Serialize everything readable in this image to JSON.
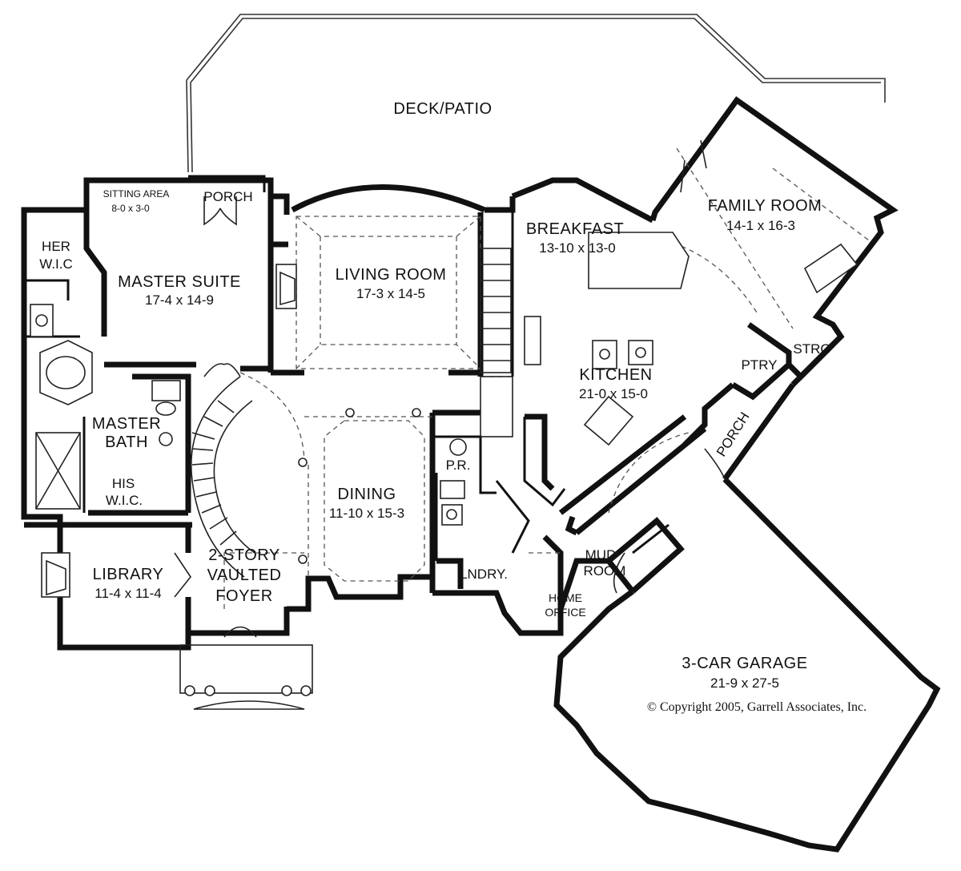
{
  "rooms": {
    "deck": {
      "name": "DECK/PATIO"
    },
    "sitting_area": {
      "name": "SITTING AREA",
      "dims": "8-0 x 3-0"
    },
    "porch_rear": {
      "name": "PORCH"
    },
    "her_wic": {
      "line1": "HER",
      "line2": "W.I.C"
    },
    "master_suite": {
      "name": "MASTER SUITE",
      "dims": "17-4 x 14-9"
    },
    "living_room": {
      "name": "LIVING ROOM",
      "dims": "17-3 x 14-5"
    },
    "breakfast": {
      "name": "BREAKFAST",
      "dims": "13-10 x 13-0"
    },
    "family_room": {
      "name": "FAMILY ROOM",
      "dims": "14-1 x 16-3"
    },
    "kitchen": {
      "name": "KITCHEN",
      "dims": "21-0 x 15-0"
    },
    "ptry": {
      "name": "PTRY"
    },
    "strg": {
      "name": "STRG"
    },
    "porch_side": {
      "name": "PORCH"
    },
    "master_bath": {
      "line1": "MASTER",
      "line2": "BATH"
    },
    "his_wic": {
      "line1": "HIS",
      "line2": "W.I.C."
    },
    "dining": {
      "name": "DINING",
      "dims": "11-10 x 15-3"
    },
    "powder": {
      "name": "P.R."
    },
    "library": {
      "name": "LIBRARY",
      "dims": "11-4 x 11-4"
    },
    "foyer": {
      "line1": "2-STORY",
      "line2": "VAULTED",
      "line3": "FOYER"
    },
    "laundry": {
      "name": "LNDRY."
    },
    "mud_room": {
      "line1": "MUD",
      "line2": "ROOM"
    },
    "home_office": {
      "line1": "HOME",
      "line2": "OFFICE"
    },
    "garage": {
      "name": "3-CAR GARAGE",
      "dims": "21-9 x 27-5"
    }
  },
  "copyright": "© Copyright 2005, Garrell Associates, Inc."
}
